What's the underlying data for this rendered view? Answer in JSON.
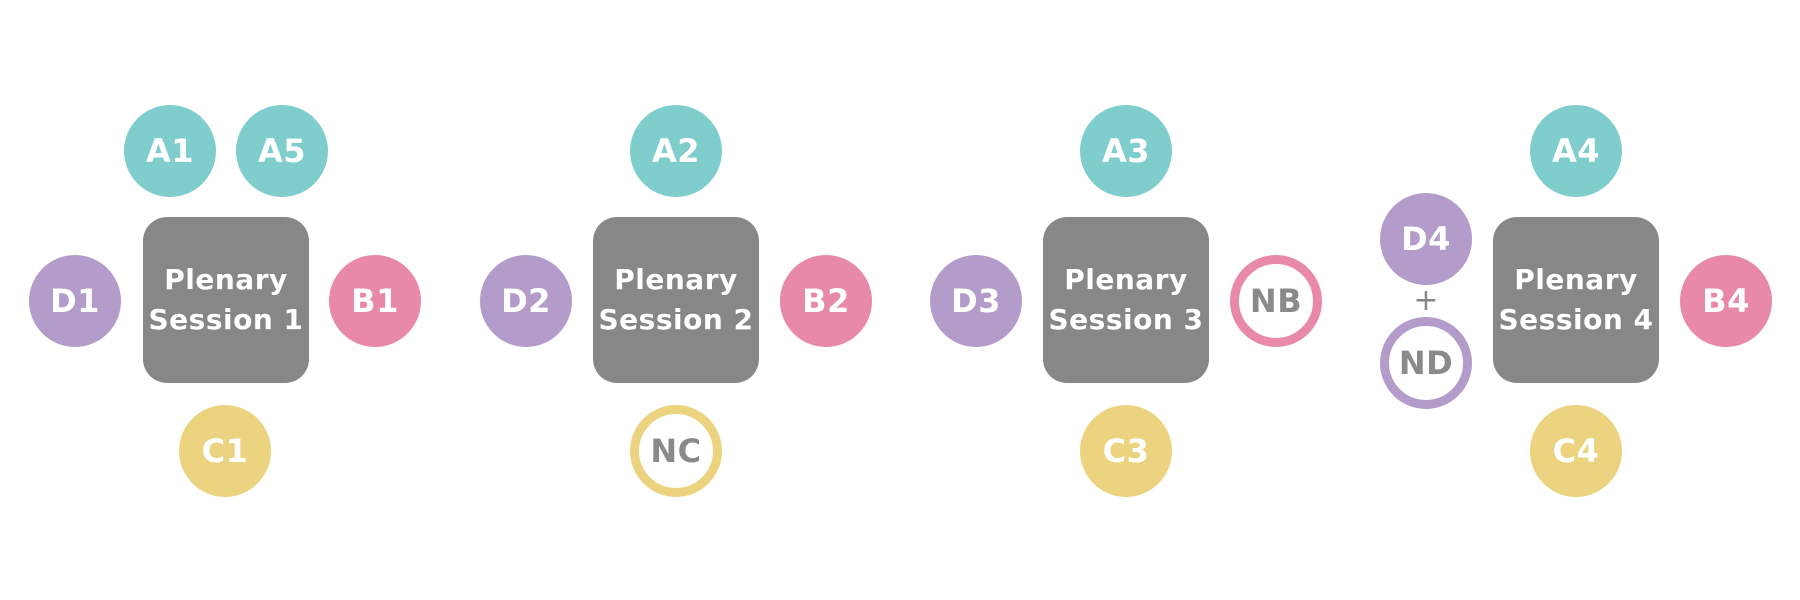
{
  "colors": {
    "session_box": "#878787",
    "a_circle": "#7fcdcd",
    "b_circle": "#e889a7",
    "c_circle": "#ecd37f",
    "d_circle": "#b39cc9",
    "hollow_text": "#8a8a8a"
  },
  "groups": [
    {
      "session": {
        "line1": "Plenary",
        "line2": "Session 1"
      },
      "circles": [
        {
          "label": "A1",
          "kind": "a",
          "hollow": false
        },
        {
          "label": "A5",
          "kind": "a",
          "hollow": false
        },
        {
          "label": "D1",
          "kind": "d",
          "hollow": false
        },
        {
          "label": "B1",
          "kind": "b",
          "hollow": false
        },
        {
          "label": "C1",
          "kind": "c",
          "hollow": false
        }
      ]
    },
    {
      "session": {
        "line1": "Plenary",
        "line2": "Session 2"
      },
      "circles": [
        {
          "label": "A2",
          "kind": "a",
          "hollow": false
        },
        {
          "label": "D2",
          "kind": "d",
          "hollow": false
        },
        {
          "label": "B2",
          "kind": "b",
          "hollow": false
        },
        {
          "label": "NC",
          "kind": "c",
          "hollow": true
        }
      ]
    },
    {
      "session": {
        "line1": "Plenary",
        "line2": "Session 3"
      },
      "circles": [
        {
          "label": "A3",
          "kind": "a",
          "hollow": false
        },
        {
          "label": "D3",
          "kind": "d",
          "hollow": false
        },
        {
          "label": "NB",
          "kind": "b",
          "hollow": true
        },
        {
          "label": "C3",
          "kind": "c",
          "hollow": false
        }
      ]
    },
    {
      "session": {
        "line1": "Plenary",
        "line2": "Session 4"
      },
      "circles": [
        {
          "label": "A4",
          "kind": "a",
          "hollow": false
        },
        {
          "label": "D4",
          "kind": "d",
          "hollow": false
        },
        {
          "label": "ND",
          "kind": "d",
          "hollow": true
        },
        {
          "label": "B4",
          "kind": "b",
          "hollow": false
        },
        {
          "label": "C4",
          "kind": "c",
          "hollow": false
        }
      ],
      "plus": "+"
    }
  ]
}
